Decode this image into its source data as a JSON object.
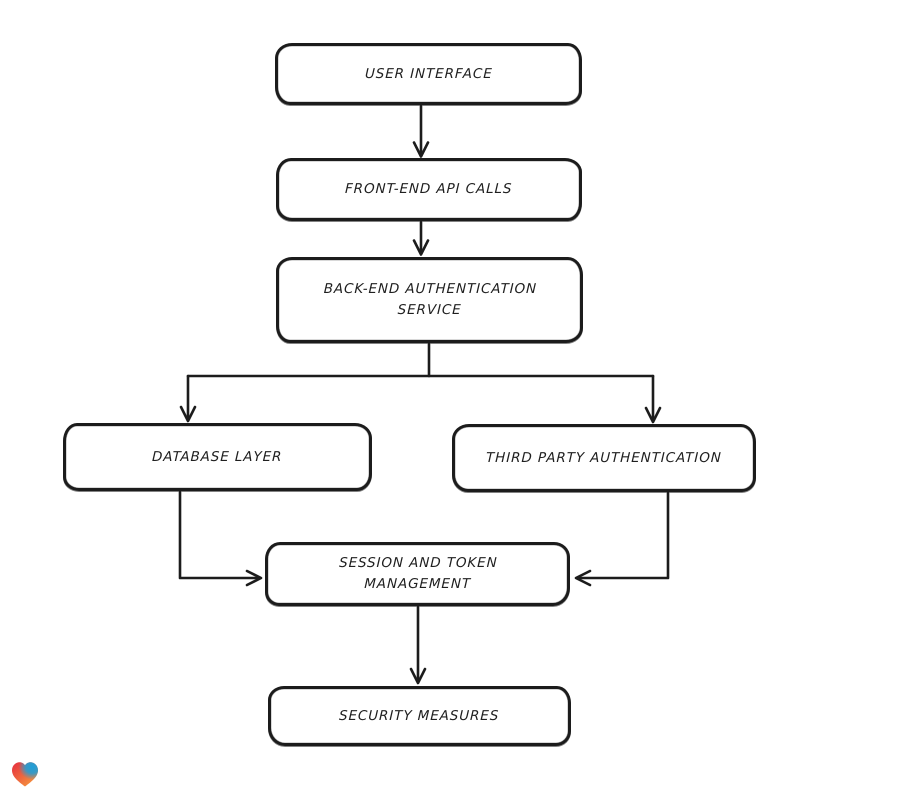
{
  "page": {
    "background_color": "#ffffff"
  },
  "diagram": {
    "type": "flowchart",
    "style": "hand-drawn",
    "stroke_color": "#1c1c1c",
    "node_fill_color": "#ffffff",
    "text_color": "#1f1f1f",
    "nodes": [
      {
        "id": "user-interface",
        "label": "USER INTERFACE"
      },
      {
        "id": "front-end-api-calls",
        "label": "FRONT-END API CALLS"
      },
      {
        "id": "back-end-authentication-service",
        "label": "BACK-END AUTHENTICATION SERVICE"
      },
      {
        "id": "database-layer",
        "label": "DATABASE LAYER"
      },
      {
        "id": "third-party-authentication",
        "label": "THIRD PARTY AUTHENTICATION"
      },
      {
        "id": "session-and-token-management",
        "label": "SESSION AND TOKEN MANAGEMENT"
      },
      {
        "id": "security-measures",
        "label": "SECURITY MEASURES"
      }
    ],
    "edges": [
      {
        "from": "user-interface",
        "to": "front-end-api-calls"
      },
      {
        "from": "front-end-api-calls",
        "to": "back-end-authentication-service"
      },
      {
        "from": "back-end-authentication-service",
        "to": "database-layer"
      },
      {
        "from": "back-end-authentication-service",
        "to": "third-party-authentication"
      },
      {
        "from": "database-layer",
        "to": "session-and-token-management"
      },
      {
        "from": "third-party-authentication",
        "to": "session-and-token-management"
      },
      {
        "from": "session-and-token-management",
        "to": "security-measures"
      }
    ]
  },
  "footer": {
    "logo": {
      "icon": "heart-gradient-icon",
      "colors": {
        "red": "#e52d3f",
        "blue": "#1d9fd9",
        "orange": "#f59e3d"
      }
    }
  }
}
